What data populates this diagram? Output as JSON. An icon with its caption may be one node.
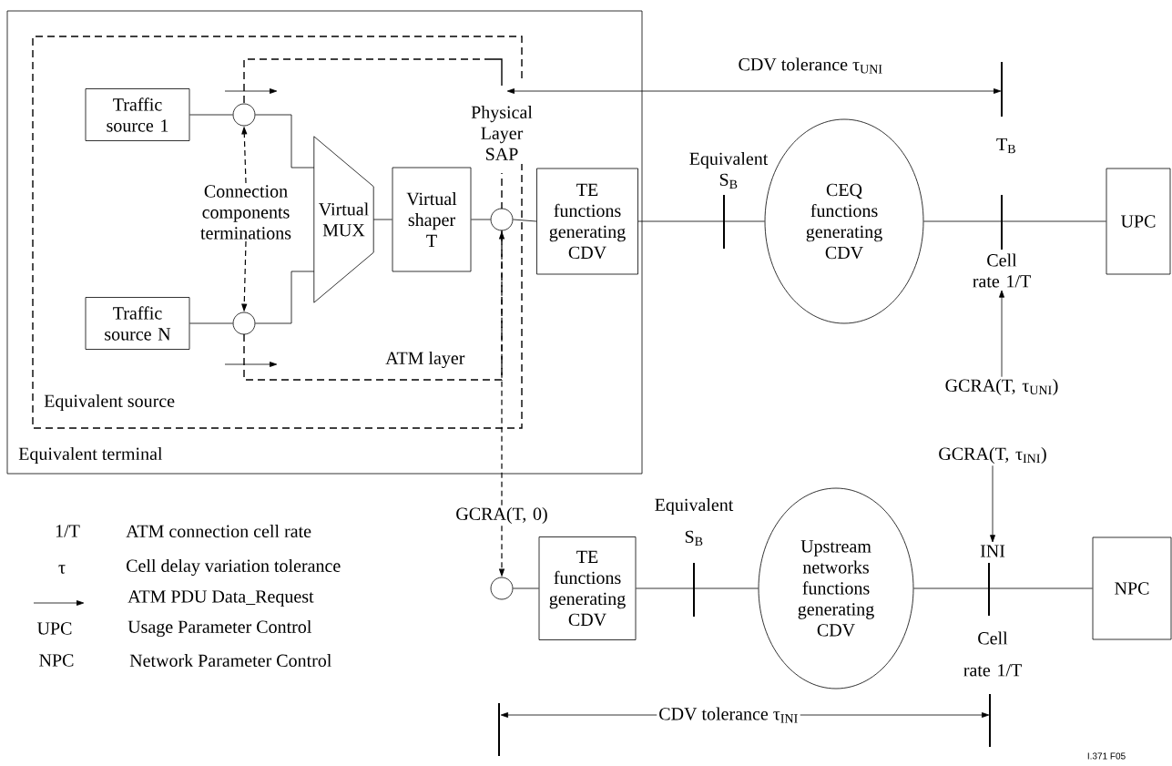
{
  "diagram": {
    "nodes": [
      {
        "text": [
          "Equivalent terminal"
        ]
      },
      {
        "text": [
          "Equivalent source"
        ],
        "in": 0
      },
      {
        "text": [
          "ATM layer"
        ],
        "in": 1
      },
      {
        "text": [
          "Traffic source 1"
        ],
        "in": 1
      },
      {
        "text": [
          "Traffic source N"
        ],
        "in": 1
      },
      {
        "text": [],
        "shape": "circle",
        "in": 1
      },
      {
        "text": [],
        "shape": "circle",
        "in": 1
      },
      {
        "text": [
          "Virtual MUX"
        ],
        "in": 2
      },
      {
        "text": [
          "Virtual shaper T"
        ],
        "in": 2
      },
      {
        "text": [],
        "shape": "circle",
        "in": 1
      },
      {
        "text": [
          "TE functions generating CDV"
        ],
        "in": 0
      },
      {
        "text": [
          "CEQ functions generating CDV"
        ]
      },
      {
        "text": [
          "UPC"
        ]
      },
      {
        "text": [],
        "shape": "circle"
      },
      {
        "text": [
          "TE functions generating CDV"
        ]
      },
      {
        "text": [
          "Upstream networks functions generating CDV"
        ]
      },
      {
        "text": [
          "NPC"
        ]
      },
      {
        "text": [
          "Connection components terminations"
        ],
        "in": 1
      },
      {
        "text": [
          "GCRA(T, τ$_{UNI}$)"
        ]
      },
      {
        "text": [
          "GCRA(T, τ$_{INI}$)"
        ]
      },
      {
        "text": [
          "GCRA(T, 0)"
        ]
      },
      {
        "text": [
          "Cell rate 1/T"
        ]
      },
      {
        "text": [
          "INI"
        ]
      }
    ],
    "edges": [
      {
        "from": 3,
        "to": 5,
        "arrow": "none"
      },
      {
        "from": 5,
        "to": 7,
        "arrow": "none"
      },
      {
        "from": 4,
        "to": 6,
        "arrow": "none"
      },
      {
        "from": 6,
        "to": 7,
        "arrow": "none"
      },
      {
        "from": 7,
        "to": 8,
        "arrow": "none"
      },
      {
        "from": 8,
        "to": 9,
        "arrow": "none"
      },
      {
        "from": 9,
        "to": 10,
        "arrow": "none"
      },
      {
        "from": 10,
        "to": 11,
        "arrow": "none"
      },
      {
        "from": 11,
        "to": 12,
        "arrow": "none"
      },
      {
        "from": 13,
        "to": 14,
        "arrow": "none"
      },
      {
        "from": 14,
        "to": 15,
        "arrow": "none"
      },
      {
        "from": 15,
        "to": 16,
        "arrow": "none"
      },
      {
        "from": 17,
        "to": 5,
        "arrow": "to",
        "style": "dashed"
      },
      {
        "from": 17,
        "to": 6,
        "arrow": "to",
        "style": "dashed"
      },
      {
        "from": 18,
        "to": 21,
        "arrow": "to"
      },
      {
        "from": 19,
        "to": 22,
        "arrow": "to"
      },
      {
        "from": 20,
        "to": 9,
        "arrow": "to",
        "style": "dashed"
      },
      {
        "from": 20,
        "to": 13,
        "arrow": "to",
        "style": "dashed"
      }
    ],
    "labels": [
      "CDV tolerance τ$_{UNI}$",
      "Physical Layer SAP",
      "T$_{B}$",
      "Equivalent S$_{B}$",
      "1/T",
      "ATM connection cell rate",
      "Equivalent S$_{B}$",
      "τ",
      "Cell delay variation tolerance",
      "UPC",
      "Usage Parameter Control",
      "NPC",
      "Network Parameter Control",
      "Cell rate 1/T",
      "CDV tolerance τ$_{INI}$",
      "I.371 F05"
    ],
    "legend": [
      {
        "text": "ATM PDU Data_Request"
      }
    ]
  }
}
